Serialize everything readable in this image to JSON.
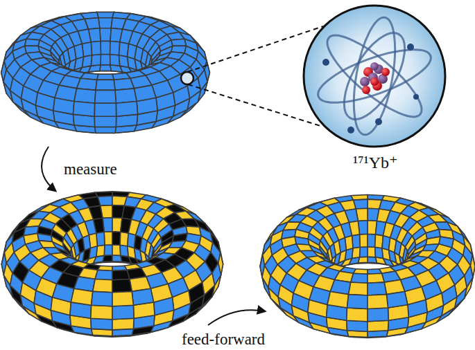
{
  "diagram": {
    "labels": [
      "measure",
      "¹⁷¹Yb⁺",
      "feed-forward"
    ]
  }
}
